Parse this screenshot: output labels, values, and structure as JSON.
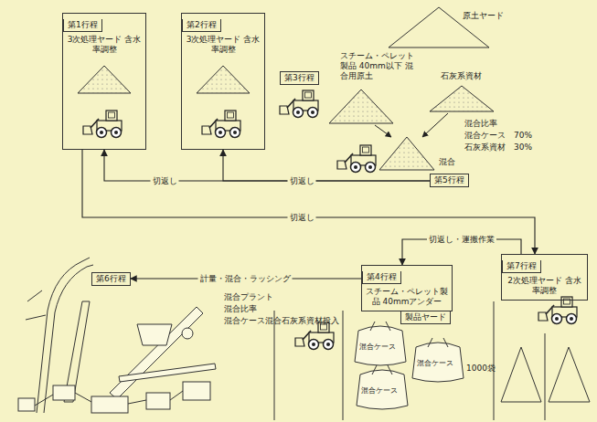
{
  "diagram": {
    "nodes": [
      {
        "text": [
          "第1行程",
          "3次処理ヤード 含水率調整"
        ]
      },
      {
        "text": [
          "第2行程",
          "3次処理ヤード 含水率調整"
        ]
      },
      {
        "text": [
          "第3行程"
        ]
      },
      {
        "text": [
          "第5行程"
        ]
      },
      {
        "text": [
          "第6行程"
        ]
      },
      {
        "text": [
          "第4行程",
          "スチーム・ペレット製品 40mmアンダー"
        ]
      },
      {
        "text": [
          "製品ヤード"
        ]
      },
      {
        "text": [
          "第7行程",
          "2次処理ヤード 含水率調整"
        ]
      }
    ],
    "edges": [
      {
        "from": 3,
        "to": 0,
        "label": "切返し",
        "arrow": "to"
      },
      {
        "from": 3,
        "to": 1,
        "label": "切返し",
        "arrow": "to"
      },
      {
        "from": 0,
        "to": 7,
        "label": "切返し",
        "arrow": "to"
      },
      {
        "from": 7,
        "to": 5,
        "label": "切返し・運搬作業",
        "arrow": "to"
      },
      {
        "from": 5,
        "to": 4,
        "label": "計量・混合・ラッシング",
        "arrow": "to"
      }
    ],
    "labels": [
      "原土ヤード",
      "スチーム・ペレット製品 40mm以下 混合用原土",
      "石灰系資材",
      "混合",
      "混合比率",
      "混合ケース",
      "70%",
      "石灰系資材",
      "30%",
      "混合プラント",
      "混合比率",
      "混合ケース混合石灰系資材投入",
      "混合ケース",
      "混合ケース",
      "混合ケース",
      "1000袋"
    ]
  }
}
